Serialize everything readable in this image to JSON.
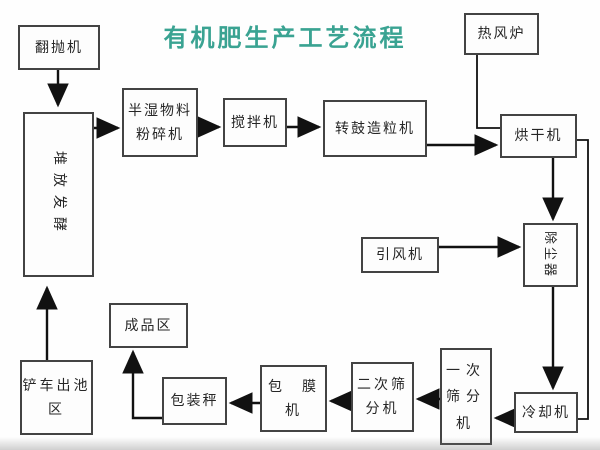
{
  "title": {
    "text": "有机肥生产工艺流程",
    "color": "#3aa392"
  },
  "nodes": {
    "fanpao": {
      "label": "翻抛机"
    },
    "fermentation": {
      "label": "堆放发酵",
      "orientation": "rotated-90"
    },
    "crusher": {
      "label": "半湿物料\n粉碎机"
    },
    "mixer": {
      "label": "搅拌机"
    },
    "granulator": {
      "label": "转鼓造粒机"
    },
    "dryer": {
      "label": "烘干机"
    },
    "furnace": {
      "label": "热风炉"
    },
    "dust_remover": {
      "label": "除尘器",
      "orientation": "rotated-90"
    },
    "draft_fan": {
      "label": "引风机"
    },
    "cooler": {
      "label": "冷却机"
    },
    "screen1": {
      "label": "一次\n筛分\n机"
    },
    "screen2": {
      "label": "二次筛\n分机"
    },
    "coater": {
      "label": "包　膜\n机"
    },
    "pack_scale": {
      "label": "包装秤"
    },
    "product_area": {
      "label": "成品区"
    },
    "loader_area": {
      "label": "铲车出池\n区"
    }
  },
  "colors": {
    "box_border": "#434343",
    "box_fill": "#fdfdfd",
    "line": "#111111",
    "text": "#262626"
  }
}
